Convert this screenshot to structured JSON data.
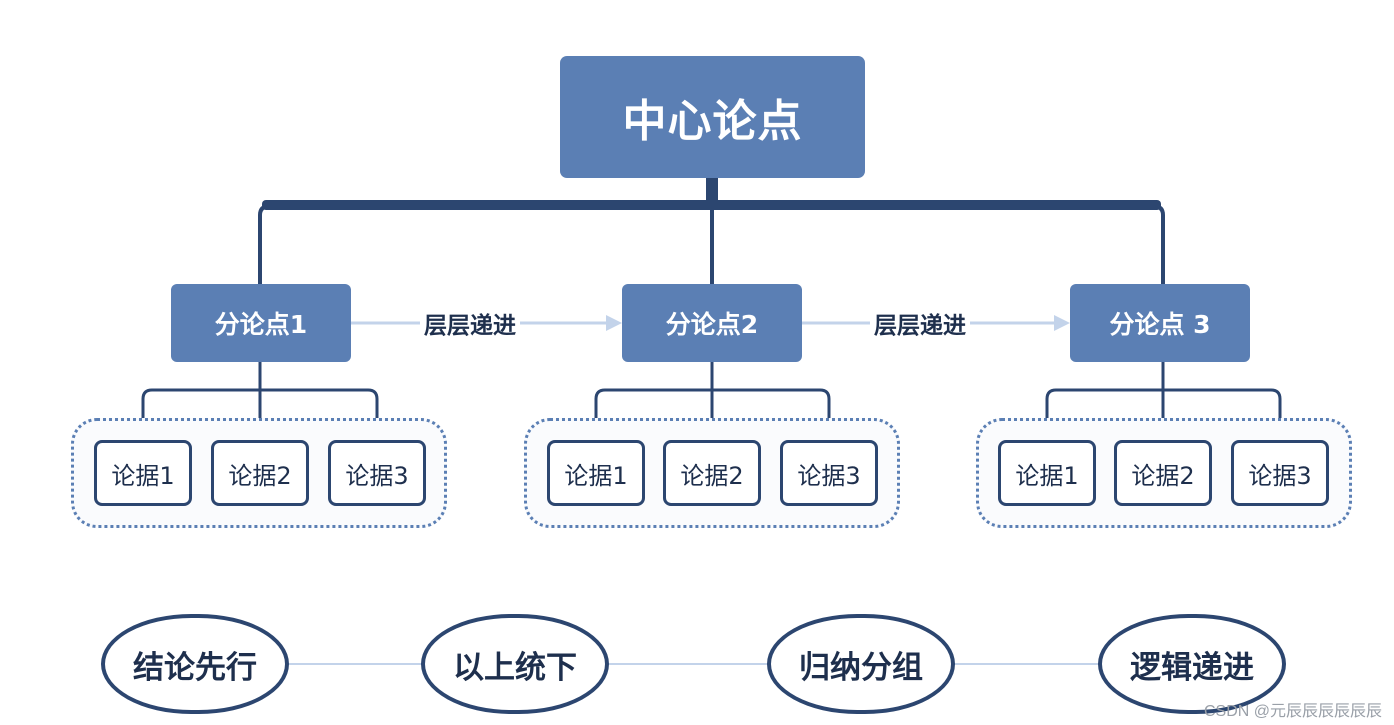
{
  "central": {
    "label": "中心论点"
  },
  "sub_points": [
    {
      "label": "分论点1",
      "evidence": [
        "论据1",
        "论据2",
        "论据3"
      ]
    },
    {
      "label": "分论点2",
      "evidence": [
        "论据1",
        "论据2",
        "论据3"
      ]
    },
    {
      "label": "分论点 3",
      "evidence": [
        "论据1",
        "论据2",
        "论据3"
      ]
    }
  ],
  "relations": [
    "层层递进",
    "层层递进"
  ],
  "principles": [
    "结论先行",
    "以上统下",
    "归纳分组",
    "逻辑递进"
  ],
  "watermark": "CSDN @元辰辰辰辰辰辰",
  "colors": {
    "node_fill": "#5b7fb4",
    "tree_line": "#2c4670",
    "arrow": "#c3d3ea",
    "dotted_border": "#5b7fb4"
  }
}
